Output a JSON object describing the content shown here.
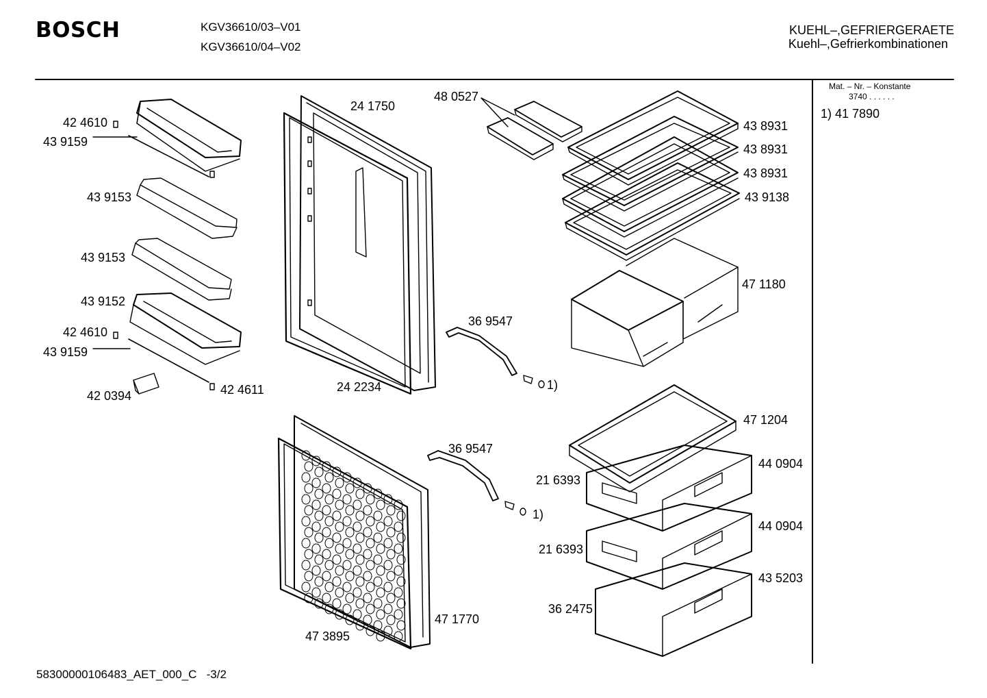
{
  "header": {
    "brand": "BOSCH",
    "models": [
      "KGV36610/03–V01",
      "KGV36610/04–V02"
    ],
    "category": "KUEHL–,GEFRIERGERAETE",
    "subcategory": "Kuehl–,Gefrierkombinationen"
  },
  "sidebar": {
    "mat_title": "Mat. – Nr. – Konstante",
    "mat_constant": "3740  .   .    .  .  .  .",
    "note_ref": "1)  41 7890"
  },
  "parts": {
    "p424610a": "42 4610",
    "p439159a": "43 9159",
    "p439153a": "43 9153",
    "p439153b": "43 9153",
    "p439152": "43 9152",
    "p424610b": "42 4610",
    "p439159b": "43 9159",
    "p420394": "42 0394",
    "p424611": "42 4611",
    "p241750": "24 1750",
    "p242234": "24 2234",
    "p480527": "48 0527",
    "p369547a": "36 9547",
    "note1a": "1)",
    "p438931a": "43 8931",
    "p438931b": "43 8931",
    "p438931c": "43 8931",
    "p439138": "43 9138",
    "p471180": "47 1180",
    "p471204": "47 1204",
    "p440904a": "44 0904",
    "p440904b": "44 0904",
    "p216393a": "21 6393",
    "p216393b": "21 6393",
    "p435203": "43 5203",
    "p362475": "36 2475",
    "p369547b": "36 9547",
    "note1b": "1)",
    "p471770": "47 1770",
    "p473895": "47 3895"
  },
  "footer": {
    "code": "58300000106483_AET_000_C",
    "page": "-3/2"
  }
}
